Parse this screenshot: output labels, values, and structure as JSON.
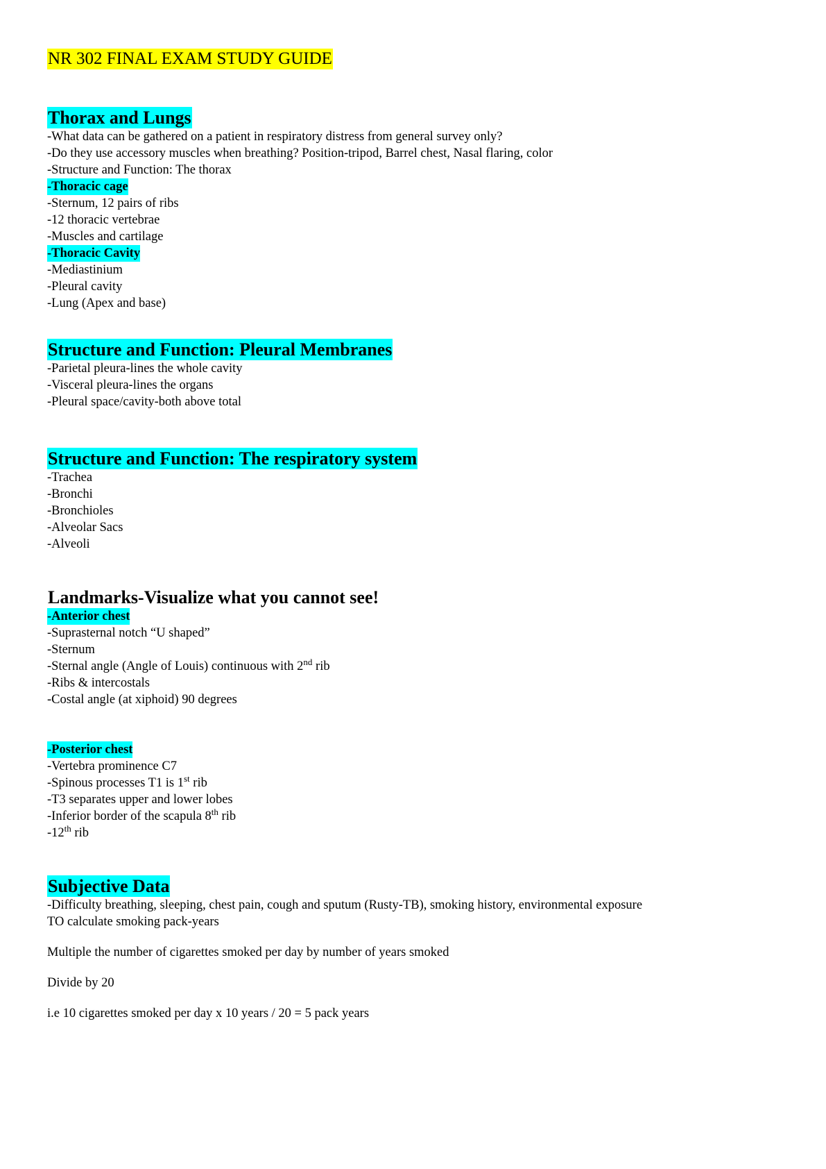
{
  "title": "NR 302 FINAL EXAM STUDY GUIDE",
  "thorax": {
    "heading": "Thorax and Lungs",
    "lines": [
      "-What data can be gathered on a patient in respiratory distress from general survey only?",
      "-Do they use accessory muscles when breathing? Position-tripod, Barrel chest, Nasal flaring, color",
      "-Structure and Function: The thorax"
    ],
    "cage_heading": "-Thoracic cage",
    "cage_lines": [
      "-Sternum, 12 pairs of ribs",
      "-12 thoracic vertebrae",
      "-Muscles and cartilage"
    ],
    "cavity_heading": "-Thoracic Cavity",
    "cavity_lines": [
      "-Mediastinium",
      "-Pleural cavity",
      "-Lung (Apex and base)"
    ]
  },
  "pleural": {
    "heading": "Structure and Function: Pleural Membranes",
    "lines": [
      "-Parietal pleura-lines the whole cavity",
      "-Visceral pleura-lines the organs",
      "-Pleural space/cavity-both above total"
    ]
  },
  "respiratory": {
    "heading": "Structure and Function: The respiratory system",
    "lines": [
      "-Trachea",
      "-Bronchi",
      "-Bronchioles",
      "-Alveolar Sacs",
      "-Alveoli"
    ]
  },
  "landmarks": {
    "heading": "Landmarks-Visualize what you cannot see!",
    "anterior_heading": "-Anterior chest",
    "anterior_lines": [
      "-Suprasternal notch “U shaped”",
      "-Sternum"
    ],
    "sternal_angle": {
      "pre": "-Sternal angle (Angle of Louis) continuous with 2",
      "sup": "nd",
      "post": " rib"
    },
    "anterior_lines_2": [
      "-Ribs & intercostals",
      "-Costal angle (at xiphoid) 90 degrees"
    ],
    "posterior_heading": "-Posterior chest",
    "vertebra": "-Vertebra prominence C7",
    "spinous": {
      "pre": "-Spinous processes T1 is 1",
      "sup": "st",
      "post": " rib"
    },
    "t3": "-T3 separates upper and lower lobes",
    "scapula": {
      "pre": "-Inferior border of the scapula 8",
      "sup": "th",
      "post": " rib"
    },
    "twelfth": {
      "pre": "-12",
      "sup": "th",
      "post": " rib"
    }
  },
  "subjective": {
    "heading": "Subjective Data",
    "lines": [
      "-Difficulty breathing, sleeping, chest pain, cough and sputum (Rusty-TB), smoking history, environmental exposure",
      "TO calculate smoking pack-years"
    ],
    "paragraphs": [
      "Multiple the number of cigarettes smoked per day by number of years smoked",
      "Divide by 20",
      "i.e 10 cigarettes smoked per day x 10 years / 20 = 5 pack years"
    ]
  }
}
